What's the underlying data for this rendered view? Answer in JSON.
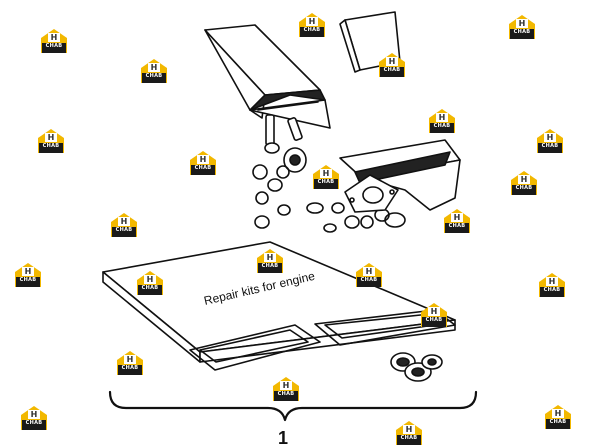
{
  "diagram": {
    "box_label": "Repair kits for engine",
    "callout_number": "1"
  },
  "watermark": {
    "logo_letter": "H",
    "logo_text": "CHAB",
    "logo_color": "#f2b800",
    "count": 24
  },
  "colors": {
    "line": "#111111",
    "fill": "#ffffff",
    "shade": "#222222"
  }
}
